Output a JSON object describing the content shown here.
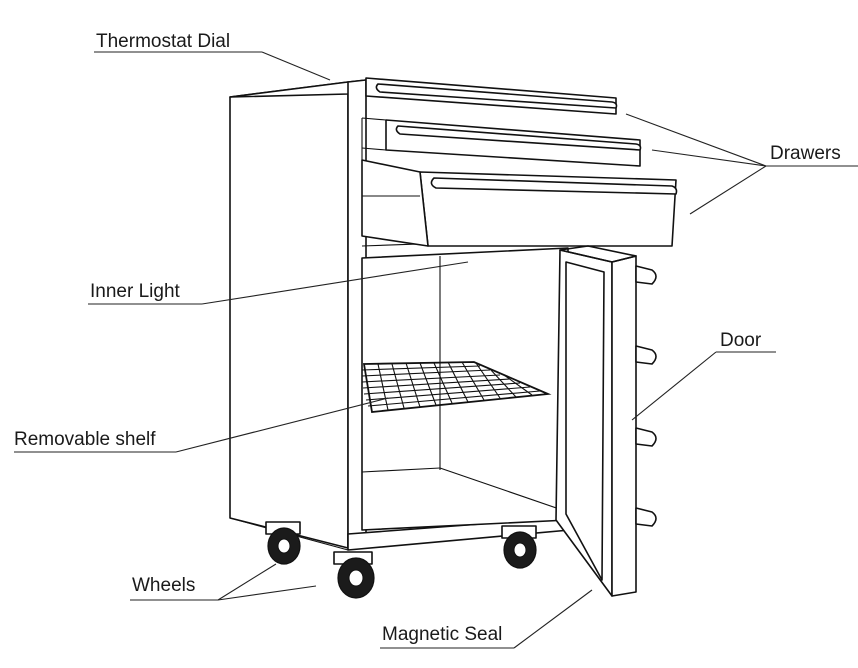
{
  "labels": {
    "thermostat_dial": "Thermostat Dial",
    "drawers": "Drawers",
    "inner_light": "Inner Light",
    "door": "Door",
    "removable_shelf": "Removable shelf",
    "wheels": "Wheels",
    "magnetic_seal": "Magnetic Seal"
  }
}
